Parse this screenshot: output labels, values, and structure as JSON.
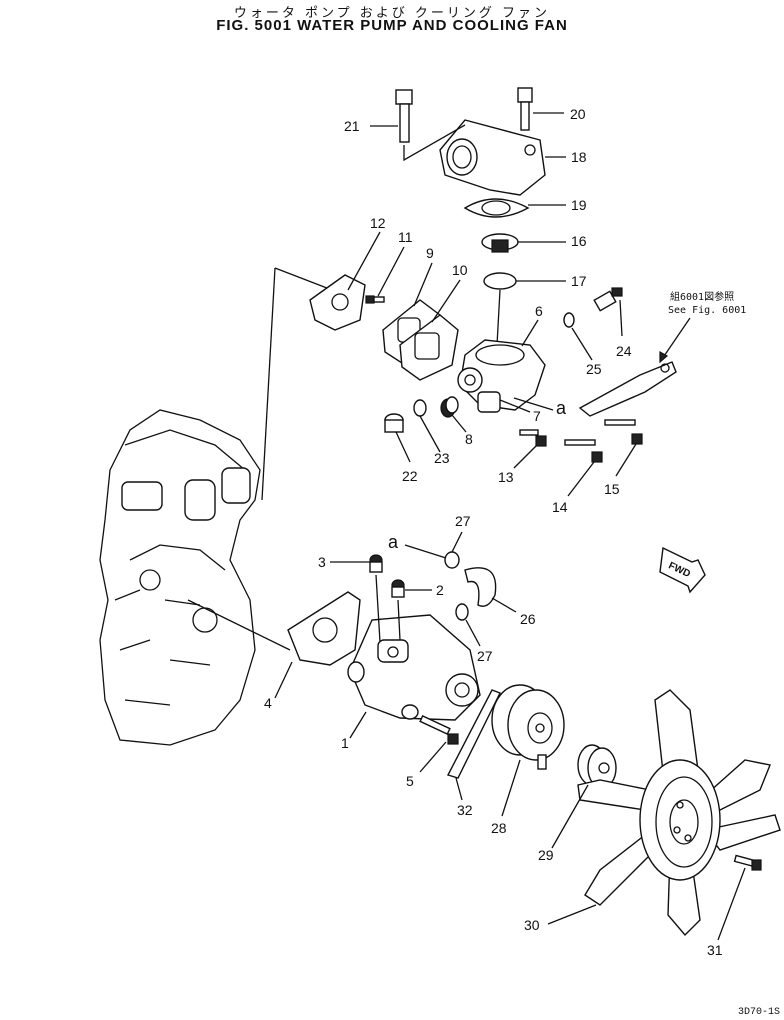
{
  "header": {
    "title_jp": "ウォータ ポンプ および クーリング ファン",
    "title_en": "FIG. 5001 WATER PUMP AND COOLING FAN"
  },
  "callouts": [
    "1",
    "2",
    "3",
    "4",
    "5",
    "6",
    "7",
    "8",
    "9",
    "10",
    "11",
    "12",
    "13",
    "14",
    "15",
    "16",
    "17",
    "18",
    "19",
    "20",
    "21",
    "22",
    "23",
    "24",
    "25",
    "26",
    "27",
    "28",
    "29",
    "30",
    "31",
    "32"
  ],
  "reference_letter": "a",
  "cross_reference": {
    "line1": "組6001図参照",
    "line2": "See Fig. 6001"
  },
  "direction_label": "FWD",
  "drawing_code": "3D70-1S"
}
